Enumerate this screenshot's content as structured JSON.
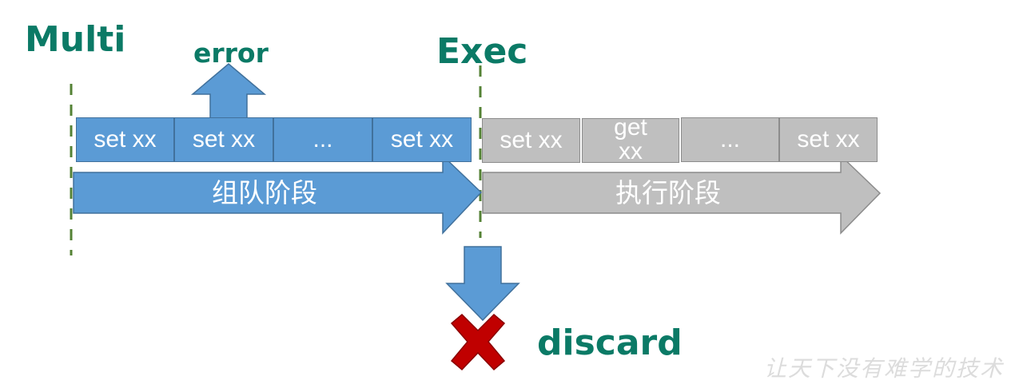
{
  "titles": {
    "multi": "Multi",
    "exec": "Exec",
    "error": "error",
    "discard": "discard"
  },
  "queue_commands": [
    "set xx",
    "set xx",
    "...",
    "set xx"
  ],
  "exec_commands": [
    "set xx",
    "get xx",
    "...",
    "set xx"
  ],
  "phases": {
    "queue": "组队阶段",
    "exec": "执行阶段"
  },
  "watermark": "让天下没有难学的技术",
  "colors": {
    "title_green": "#0b7a66",
    "blue_fill": "#5b9bd5",
    "blue_border": "#41719c",
    "gray_fill": "#bfbfbf",
    "gray_border": "#8c8c8c",
    "dashed_line": "#548235",
    "cross_red": "#c00000"
  },
  "icons": [
    "up-arrow-icon",
    "down-arrow-icon",
    "cross-icon"
  ]
}
